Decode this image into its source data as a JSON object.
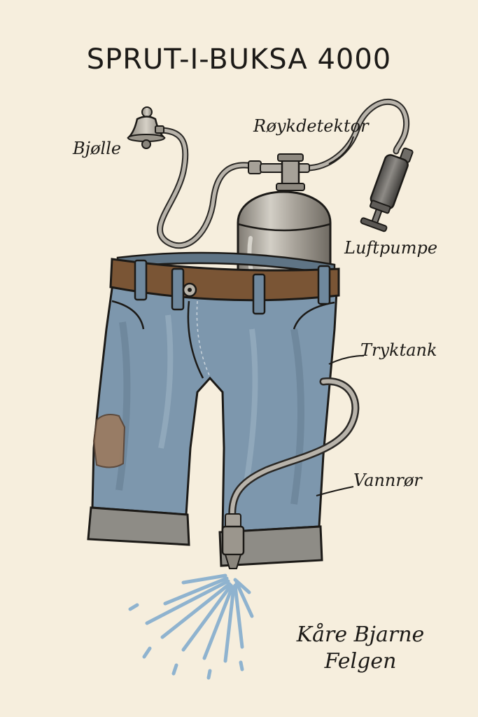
{
  "title": "SPRUT-I-BUKSA 4000",
  "labels": {
    "bell": "Bjølle",
    "smoke_detector": "Røykdetektor",
    "air_pump": "Luftpumpe",
    "pressure_tank": "Tryktank",
    "water_hose": "Vannrør"
  },
  "author": {
    "line1": "Kåre Bjarne",
    "line2": "Felgen"
  },
  "colors": {
    "paper": "#f6eedd",
    "ink": "#1c1a17",
    "denim": "#7d97ad",
    "belt": "#7a5535",
    "metal": "#a8a39a",
    "patch": "#9b7a5e",
    "water": "#8fb3cf"
  }
}
